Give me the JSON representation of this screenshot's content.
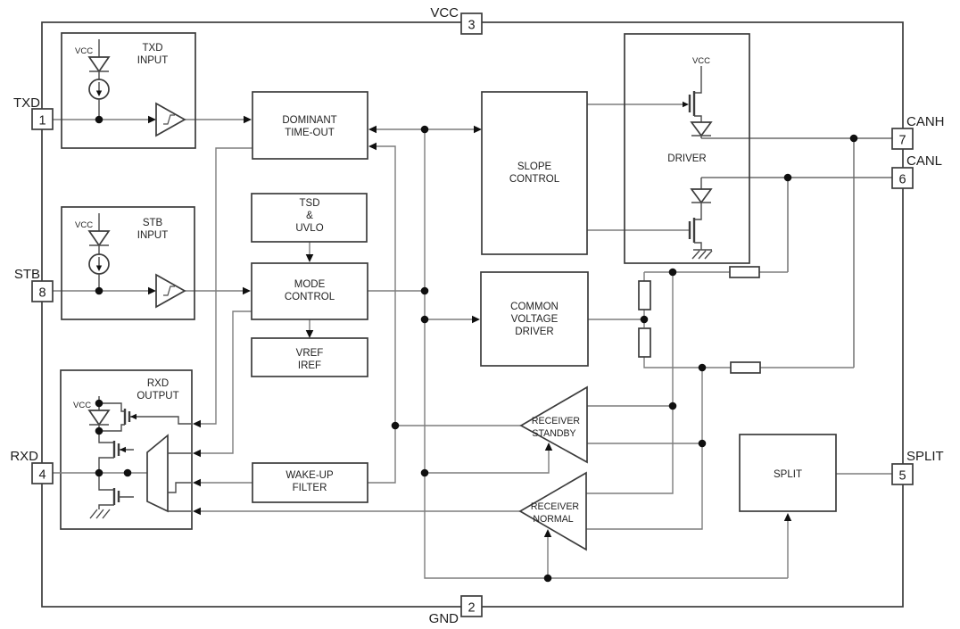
{
  "diagram": {
    "type": "block-diagram",
    "description": "CAN transceiver functional block diagram",
    "pins": {
      "txd": {
        "label": "TXD",
        "num": "1"
      },
      "gnd": {
        "label": "GND",
        "num": "2"
      },
      "vcc": {
        "label": "VCC",
        "num": "3"
      },
      "rxd": {
        "label": "RXD",
        "num": "4"
      },
      "split": {
        "label": "SPLIT",
        "num": "5"
      },
      "canl": {
        "label": "CANL",
        "num": "6"
      },
      "canh": {
        "label": "CANH",
        "num": "7"
      },
      "stb": {
        "label": "STB",
        "num": "8"
      }
    },
    "blocks": {
      "txd_input": {
        "l": [
          "TXD",
          "INPUT"
        ]
      },
      "stb_input": {
        "l": [
          "STB",
          "INPUT"
        ]
      },
      "rxd_output": {
        "l": [
          "RXD",
          "OUTPUT"
        ]
      },
      "dominant_timeout": {
        "l": [
          "DOMINANT",
          "TIME-OUT"
        ]
      },
      "tsd_uvlo": {
        "l": [
          "TSD",
          "&",
          "UVLO"
        ]
      },
      "mode_control": {
        "l": [
          "MODE",
          "CONTROL"
        ]
      },
      "vref_iref": {
        "l": [
          "VREF",
          "IREF"
        ]
      },
      "wakeup_filter": {
        "l": [
          "WAKE-UP",
          "FILTER"
        ]
      },
      "slope_control": {
        "l": [
          "SLOPE",
          "CONTROL"
        ]
      },
      "common_voltage_driver": {
        "l": [
          "COMMON",
          "VOLTAGE",
          "DRIVER"
        ]
      },
      "driver": {
        "l": [
          "DRIVER"
        ]
      },
      "split_block": {
        "l": [
          "SPLIT"
        ]
      },
      "receiver_standby": {
        "l": [
          "RECEIVER",
          "STANDBY"
        ]
      },
      "receiver_normal": {
        "l": [
          "RECEIVER",
          "NORMAL"
        ]
      }
    },
    "inner_labels": {
      "vcc_txd": "VCC",
      "vcc_stb": "VCC",
      "vcc_rxd": "VCC",
      "vcc_driver": "VCC"
    },
    "colors": {
      "background": "#ffffff",
      "wire": "#7d7d7d",
      "outline": "#3c3c3c",
      "text": "#222222",
      "junction": "#101010"
    }
  }
}
